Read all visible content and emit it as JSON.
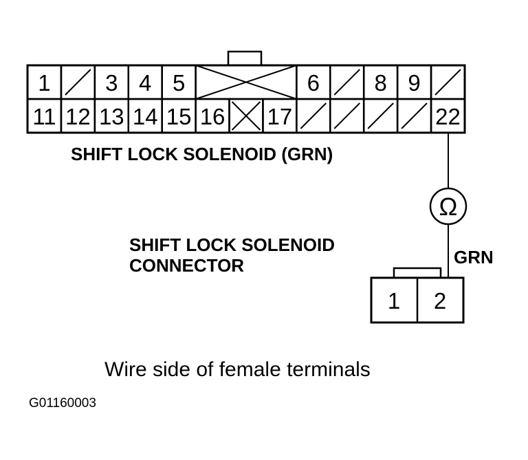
{
  "connector_main": {
    "label": "SHIFT LOCK SOLENOID (GRN)",
    "row1": [
      {
        "label": "1",
        "span": 1
      },
      {
        "label": "",
        "span": 1,
        "blank": true
      },
      {
        "label": "3",
        "span": 1
      },
      {
        "label": "4",
        "span": 1
      },
      {
        "label": "5",
        "span": 1
      },
      {
        "label": "",
        "span": 3,
        "blank": true
      },
      {
        "label": "6",
        "span": 1
      },
      {
        "label": "",
        "span": 1,
        "blank": true
      },
      {
        "label": "8",
        "span": 1
      },
      {
        "label": "9",
        "span": 1
      },
      {
        "label": "",
        "span": 1,
        "blank": true
      }
    ],
    "row2": [
      {
        "label": "11",
        "span": 1
      },
      {
        "label": "12",
        "span": 1
      },
      {
        "label": "13",
        "span": 1
      },
      {
        "label": "14",
        "span": 1
      },
      {
        "label": "15",
        "span": 1
      },
      {
        "label": "16",
        "span": 1
      },
      {
        "label": "",
        "span": 1,
        "blank": true
      },
      {
        "label": "17",
        "span": 1
      },
      {
        "label": "",
        "span": 1,
        "blank": true
      },
      {
        "label": "",
        "span": 1,
        "blank": true
      },
      {
        "label": "",
        "span": 1,
        "blank": true
      },
      {
        "label": "",
        "span": 1,
        "blank": true
      },
      {
        "label": "22",
        "span": 1
      }
    ]
  },
  "meter": {
    "symbol": "Ω"
  },
  "wire": {
    "color_label": "GRN"
  },
  "connector_solenoid": {
    "label_line1": "SHIFT LOCK SOLENOID",
    "label_line2": "CONNECTOR",
    "pins": [
      "1",
      "2"
    ]
  },
  "caption": "Wire side of female terminals",
  "figure_id": "G01160003"
}
